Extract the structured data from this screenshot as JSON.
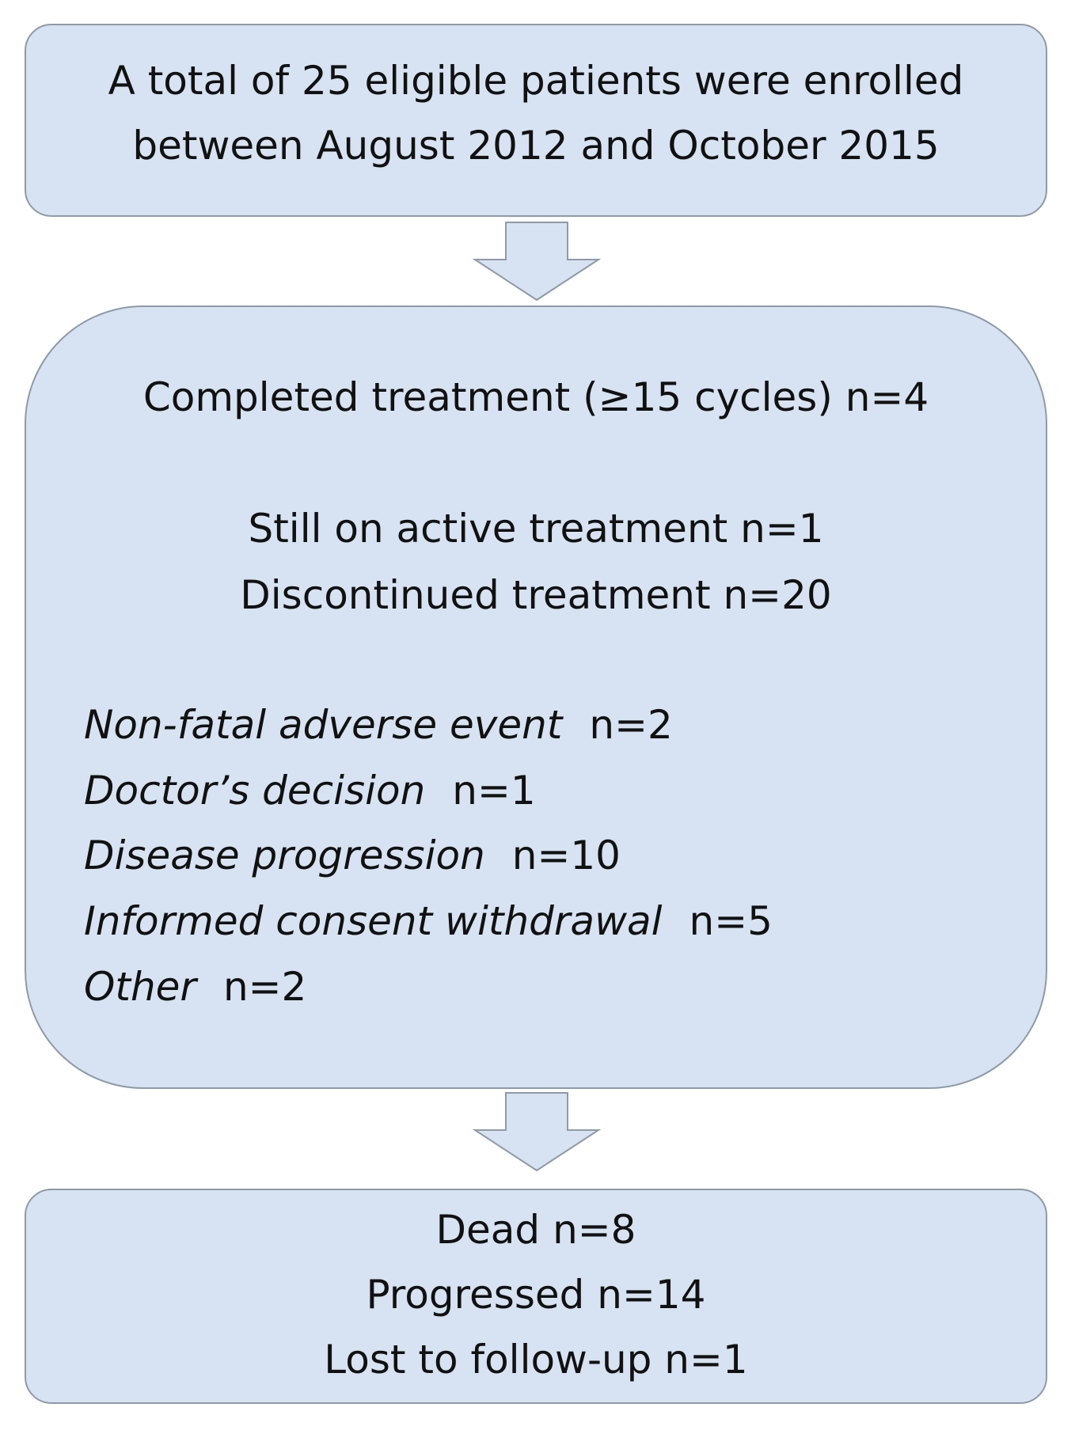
{
  "enrollment": {
    "line1": "A total of 25 eligible patients were enrolled",
    "line2": "between August 2012 and October 2015"
  },
  "treatment": {
    "completed": "Completed treatment (≥15 cycles) n=4",
    "still_active": "Still on active treatment n=1",
    "discontinued": "Discontinued treatment n=20",
    "reasons": [
      {
        "label": "Non-fatal adverse event",
        "count": "n=2"
      },
      {
        "label": "Doctor’s decision",
        "count": "n=1"
      },
      {
        "label": "Disease progression",
        "count": "n=10"
      },
      {
        "label": "Informed consent withdrawal",
        "count": "n=5"
      },
      {
        "label": "Other",
        "count": "n=2"
      }
    ]
  },
  "outcomes": {
    "dead": "Dead n=8",
    "progressed": "Progressed n=14",
    "lost": "Lost to follow-up n=1"
  },
  "colors": {
    "box_fill": "#d7e3f2",
    "box_border": "#8f9aa7",
    "text": "#111111"
  }
}
